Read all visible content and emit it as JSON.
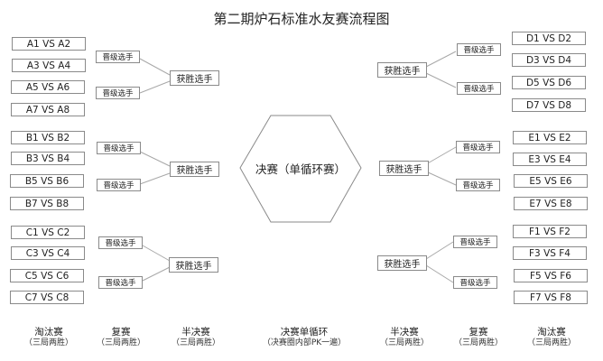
{
  "title": "第二期炉石标准水友赛流程图",
  "labels": {
    "advance": "晋级选手",
    "winner": "获胜选手"
  },
  "final": {
    "label": "决赛（单循环赛）"
  },
  "left_groups": [
    {
      "group": "A",
      "matches": [
        "A1 VS A2",
        "A3 VS A4",
        "A5 VS A6",
        "A7 VS A8"
      ]
    },
    {
      "group": "B",
      "matches": [
        "B1 VS B2",
        "B3 VS B4",
        "B5 VS B6",
        "B7 VS B8"
      ]
    },
    {
      "group": "C",
      "matches": [
        "C1 VS C2",
        "C3 VS C4",
        "C5 VS C6",
        "C7 VS C8"
      ]
    }
  ],
  "right_groups": [
    {
      "group": "D",
      "matches": [
        "D1 VS D2",
        "D3 VS D4",
        "D5 VS D6",
        "D7 VS D8"
      ]
    },
    {
      "group": "E",
      "matches": [
        "E1 VS E2",
        "E3 VS E4",
        "E5 VS E6",
        "E7 VS E8"
      ]
    },
    {
      "group": "F",
      "matches": [
        "F1 VS F2",
        "F3 VS F4",
        "F5 VS F6",
        "F7 VS F8"
      ]
    }
  ],
  "footer": [
    {
      "title": "淘汰赛",
      "sub": "（三局两胜）"
    },
    {
      "title": "复赛",
      "sub": "（三局两胜）"
    },
    {
      "title": "半决赛",
      "sub": "（三局两胜）"
    },
    {
      "title": "决赛单循环",
      "sub": "（决赛圈内部PK一遍）"
    },
    {
      "title": "半决赛",
      "sub": "（三局两胜）"
    },
    {
      "title": "复赛",
      "sub": "（三局两胜）"
    },
    {
      "title": "淘汰赛",
      "sub": "（三局两胜）"
    }
  ],
  "colors": {
    "border": "#8a8a8a",
    "line": "#a8a8a8",
    "text": "#222222"
  }
}
